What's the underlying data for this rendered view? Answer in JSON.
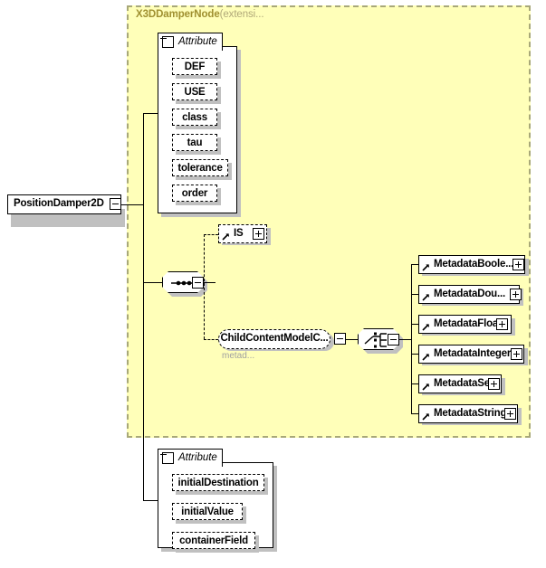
{
  "diagram": {
    "type": "xml-schema-element-diagram",
    "root_element": {
      "name": "PositionDamper2D",
      "control": "collapse-minus"
    },
    "extension_container": {
      "title": "X3DDamperNode",
      "title_suffix": "(extensi...",
      "border_style": "dashed",
      "background_color": "#ffffb9",
      "border_color": "#a8a878",
      "title_color": "#a09030"
    },
    "inherited_attribute_group": {
      "tab_label": "Attribute",
      "tab_control": "collapse-minus",
      "items": [
        {
          "name": "DEF"
        },
        {
          "name": "USE"
        },
        {
          "name": "class"
        },
        {
          "name": "tau"
        },
        {
          "name": "tolerance"
        },
        {
          "name": "order"
        }
      ]
    },
    "sequence_compositor": {
      "kind": "sequence",
      "control": "collapse-minus"
    },
    "sequence_children": [
      {
        "name": "IS",
        "kind": "element-reference",
        "occurrence": "optional",
        "control": "expand-plus"
      },
      {
        "name": "ChildContentModelC...",
        "kind": "group-reference",
        "occurrence": "optional",
        "control": "collapse-minus",
        "sub_label": "metad..."
      }
    ],
    "choice_compositor": {
      "kind": "choice",
      "control": "collapse-minus"
    },
    "choice_children": [
      {
        "name": "MetadataBoole...",
        "control": "expand-plus"
      },
      {
        "name": "MetadataDou...",
        "control": "expand-plus"
      },
      {
        "name": "MetadataFloat",
        "control": "expand-plus"
      },
      {
        "name": "MetadataInteger",
        "control": "expand-plus"
      },
      {
        "name": "MetadataSet",
        "control": "expand-plus"
      },
      {
        "name": "MetadataString",
        "control": "expand-plus"
      }
    ],
    "own_attribute_group": {
      "tab_label": "Attribute",
      "tab_control": "collapse-minus",
      "items": [
        {
          "name": "initialDestination"
        },
        {
          "name": "initialValue"
        },
        {
          "name": "containerField"
        }
      ]
    }
  }
}
